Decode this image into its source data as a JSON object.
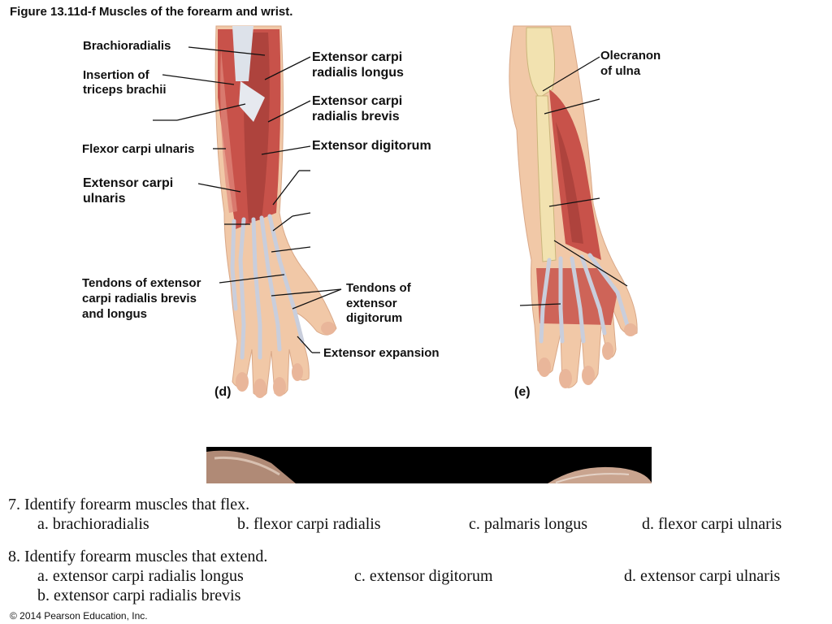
{
  "figure": {
    "title": "Figure 13.11d-f  Muscles of the forearm and wrist.",
    "panel_d_tag": "(d)",
    "panel_e_tag": "(e)"
  },
  "labels_d": {
    "brachioradialis": "Brachioradialis",
    "triceps_line1": "Insertion of",
    "triceps_line2": "triceps brachii",
    "flexor_carpi_ulnaris": "Flexor carpi ulnaris",
    "ecu_line1": "Extensor carpi",
    "ecu_line2": "ulnaris",
    "tendons_ecr_line1": "Tendons of extensor",
    "tendons_ecr_line2": "carpi radialis brevis",
    "tendons_ecr_line3": "and longus",
    "ecrl_line1": "Extensor carpi",
    "ecrl_line2": "radialis longus",
    "ecrb_line1": "Extensor carpi",
    "ecrb_line2": "radialis brevis",
    "extensor_digitorum": "Extensor digitorum",
    "tendons_ed_line1": "Tendons of",
    "tendons_ed_line2": "extensor",
    "tendons_ed_line3": "digitorum",
    "extensor_expansion": "Extensor expansion"
  },
  "labels_e": {
    "olecranon_line1": "Olecranon",
    "olecranon_line2": "of ulna"
  },
  "questions": {
    "q7": "7. Identify forearm muscles that flex.",
    "q7_a": "a. brachioradialis",
    "q7_b": "b. flexor carpi radialis",
    "q7_c": "c. palmaris longus",
    "q7_d": "d. flexor carpi ulnaris",
    "q8": "8. Identify forearm muscles that extend.",
    "q8_a": "a. extensor carpi radialis longus",
    "q8_b": "b. extensor carpi radialis brevis",
    "q8_c": "c. extensor digitorum",
    "q8_d": "d. extensor carpi ulnaris"
  },
  "copyright": "© 2014 Pearson Education, Inc.",
  "colors": {
    "skin": "#f1c8a7",
    "muscle": "#c8524a",
    "muscle_dark": "#9e3530",
    "tendon": "#c9cedc",
    "bone": "#f2e2b0"
  }
}
